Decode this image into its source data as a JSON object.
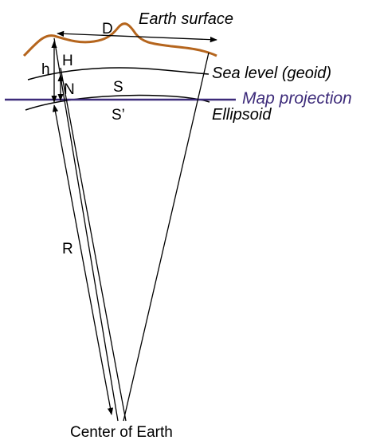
{
  "colors": {
    "earth_surface": "#b5651d",
    "map_projection": "#3d2b7a",
    "line": "#000000"
  },
  "labels": {
    "earth_surface": "Earth surface",
    "sea_level": "Sea level (geoid)",
    "map_projection": "Map projection",
    "ellipsoid": "Ellipsoid",
    "center": "Center of Earth",
    "D": "D",
    "h": "h",
    "H": "H",
    "N": "N",
    "S": "S",
    "S_prime": "S’",
    "R": "R"
  }
}
